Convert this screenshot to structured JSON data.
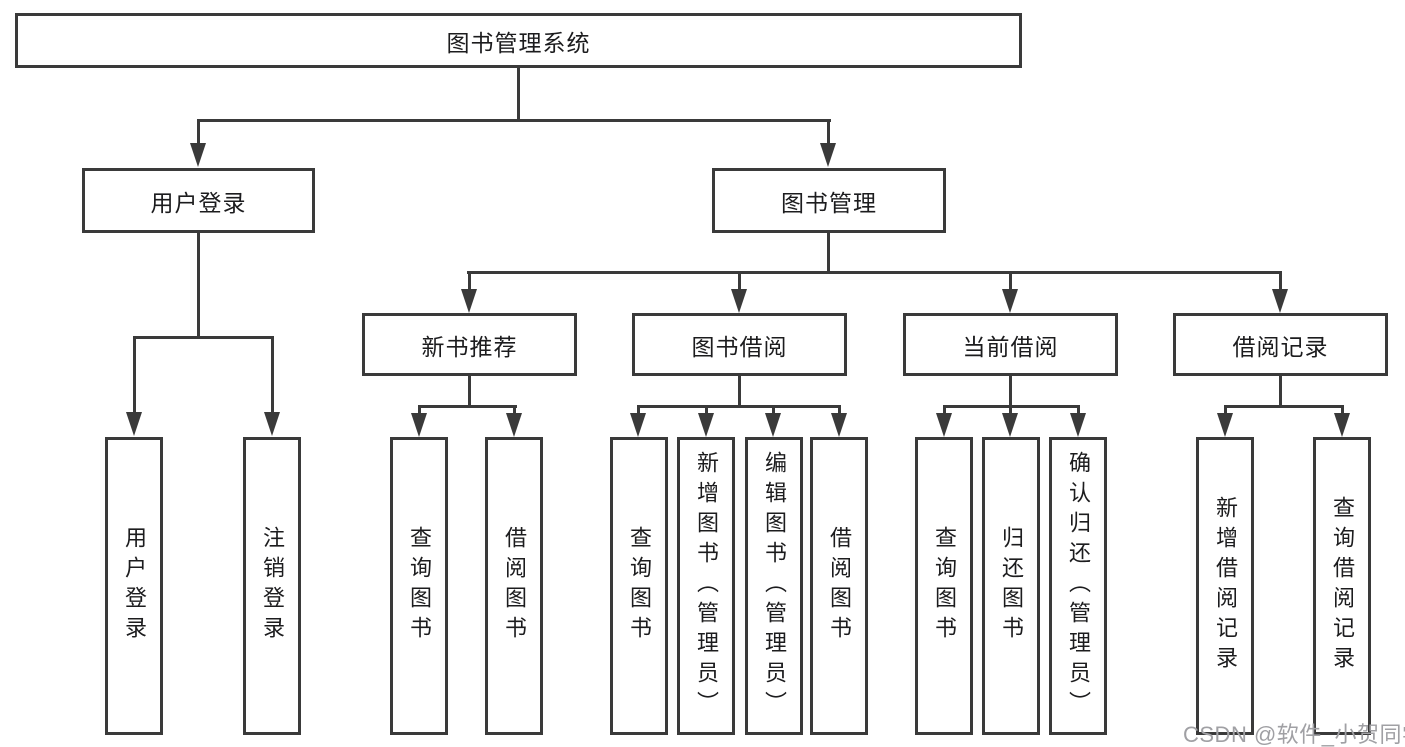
{
  "tree": {
    "root": "图书管理系统",
    "branches": [
      {
        "label": "用户登录",
        "children": [
          "用户登录",
          "注销登录"
        ]
      },
      {
        "label": "图书管理",
        "sections": [
          {
            "label": "新书推荐",
            "children": [
              "查询图书",
              "借阅图书"
            ]
          },
          {
            "label": "图书借阅",
            "children": [
              "查询图书",
              "新增图书（管理员）",
              "编辑图书（管理员）",
              "借阅图书"
            ]
          },
          {
            "label": "当前借阅",
            "children": [
              "查询图书",
              "归还图书",
              "确认归还（管理员）"
            ]
          },
          {
            "label": "借阅记录",
            "children": [
              "新增借阅记录",
              "查询借阅记录"
            ]
          }
        ]
      }
    ]
  },
  "watermark": {
    "text": "CSDN @软件_小贺同学"
  },
  "colors": {
    "line": "#3a3a3a",
    "text": "#1c1c1e",
    "watermark": "#a0a0a4",
    "background": "#ffffff"
  }
}
